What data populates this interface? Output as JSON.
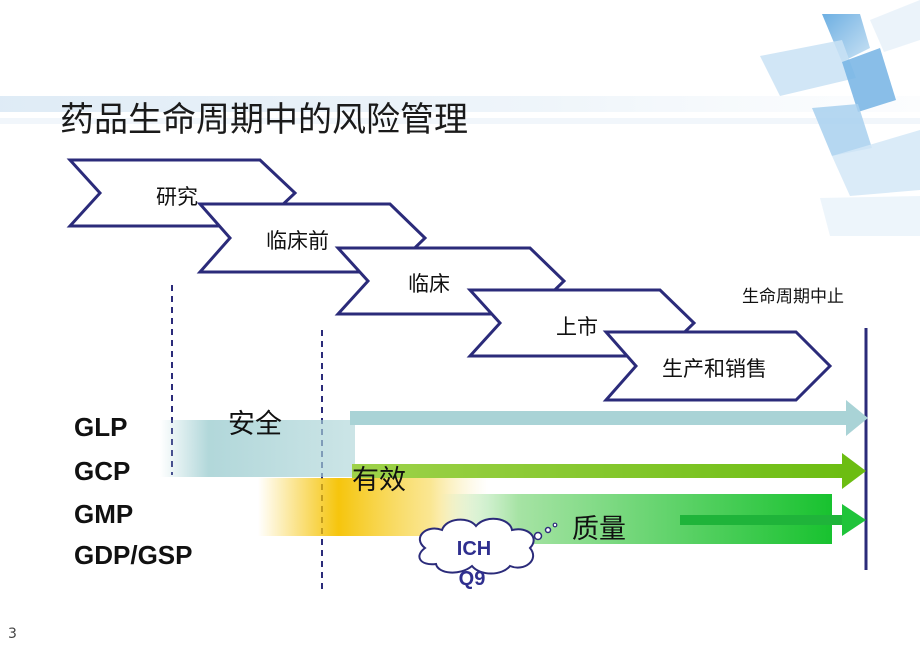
{
  "title": "药品生命周期中的风险管理",
  "stages": [
    "研究",
    "临床前",
    "临床",
    "上市",
    "生产和销售"
  ],
  "end_label": "生命周期中止",
  "regulations": [
    "GLP",
    "GCP",
    "GMP",
    "GDP/GSP"
  ],
  "bands": {
    "safety": "安全",
    "efficacy": "有效",
    "quality": "质量"
  },
  "callout": {
    "line1": "ICH",
    "line2": "Q9"
  },
  "page_number": "3",
  "colors": {
    "chevron_outline": "#2b2b7a",
    "safety_band": "#a9d3d6",
    "efficacy_band": "#7cc21f",
    "quality_band": "#1fc43a",
    "yellow_glow": "#f5c200",
    "deco_blue": "#8fc0e6"
  }
}
